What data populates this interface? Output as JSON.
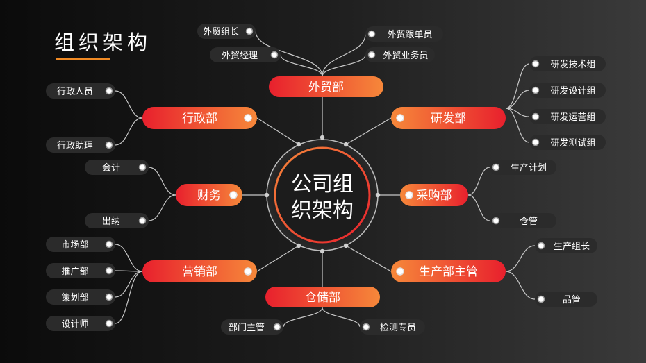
{
  "page": {
    "title": "组织架构"
  },
  "center": {
    "line1": "公司组",
    "line2": "织架构"
  },
  "colors": {
    "accent": "#f08a24",
    "grad_start": "#e8202d",
    "grad_end": "#f6883a",
    "leaf_bg": "#2b2b2b",
    "line": "#c8c8c8"
  },
  "departments": [
    {
      "id": "waimao",
      "label": "外贸部",
      "leaves": [
        "外贸组长",
        "外贸经理",
        "外贸跟单员",
        "外贸业务员"
      ]
    },
    {
      "id": "xingzheng",
      "label": "行政部",
      "leaves": [
        "行政人员",
        "行政助理"
      ]
    },
    {
      "id": "yanfa",
      "label": "研发部",
      "leaves": [
        "研发技术组",
        "研发设计组",
        "研发运营组",
        "研发测试组"
      ]
    },
    {
      "id": "caiwu",
      "label": "财务",
      "leaves": [
        "会计",
        "出纳"
      ]
    },
    {
      "id": "caigou",
      "label": "采购部",
      "leaves": [
        "生产计划",
        "仓管"
      ]
    },
    {
      "id": "yingxiao",
      "label": "营销部",
      "leaves": [
        "市场部",
        "推广部",
        "策划部",
        "设计师"
      ]
    },
    {
      "id": "shengchan",
      "label": "生产部主管",
      "leaves": [
        "生产组长",
        "品管"
      ]
    },
    {
      "id": "cangchu",
      "label": "仓储部",
      "leaves": [
        "部门主管",
        "检测专员"
      ]
    }
  ]
}
